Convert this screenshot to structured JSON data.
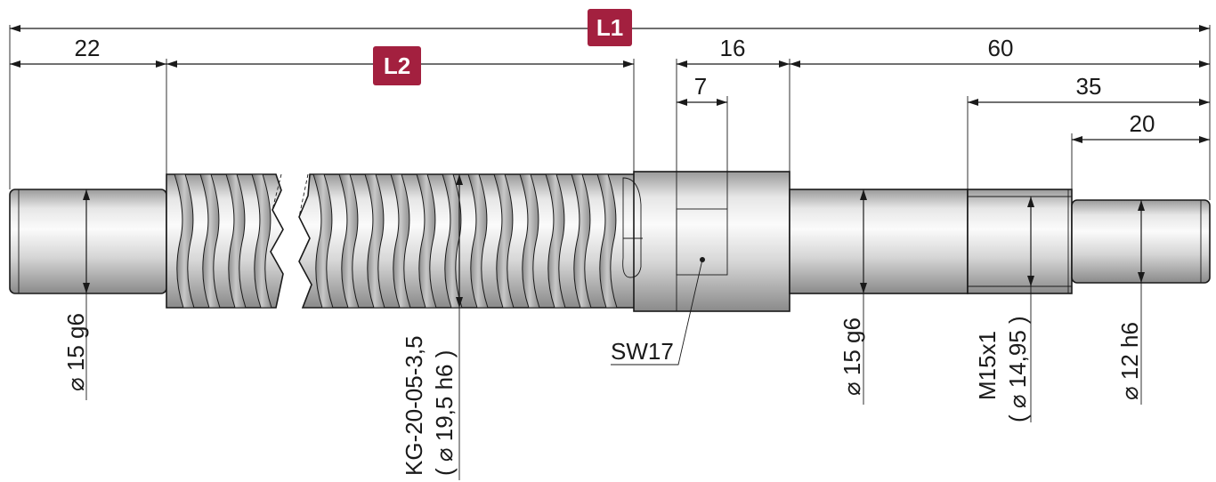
{
  "badges": {
    "l1": "L1",
    "l2": "L2"
  },
  "dimensions": {
    "d22": "22",
    "d16": "16",
    "d7": "7",
    "d60": "60",
    "d35": "35",
    "d20": "20"
  },
  "diameters": {
    "left_journal": "⌀ 15 g6",
    "thread_line1": "KG-20-05-3,5",
    "thread_line2": "( ⌀ 19,5 h6 )",
    "wrench": "SW17",
    "mid_journal": "⌀ 15 g6",
    "metric_line1": "M15x1",
    "metric_line2": "( ⌀ 14,95 )",
    "end_journal": "⌀ 12 h6"
  },
  "colors": {
    "badge": "#a3203f",
    "line": "#1a1a1a"
  }
}
